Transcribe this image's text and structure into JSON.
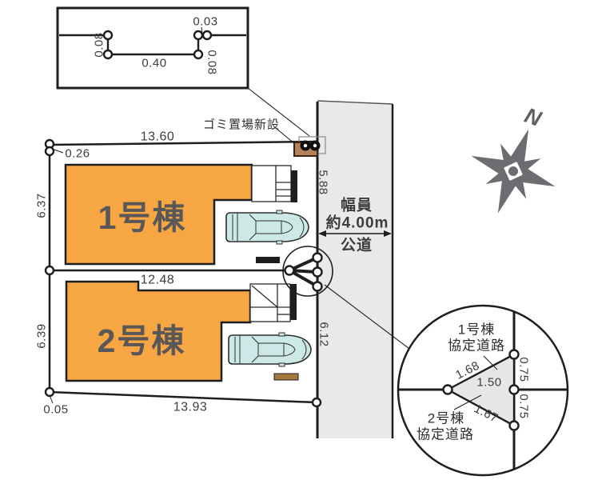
{
  "colors": {
    "building_fill": "#F7A644",
    "road_fill": "#E9E9E9",
    "car_fill": "#CDE9E7",
    "triangle_fill": "#E7E7E7",
    "garbage_fill": "#B5815A",
    "line": "#1E1E1E",
    "compass": "#6C6C71"
  },
  "inset_detail": {
    "dim_top": "0.03",
    "dim_width": "0.40",
    "dim_left": "0.08",
    "dim_right": "0.08"
  },
  "site": {
    "garbage_label": "ゴミ置場新設",
    "dim_top_width": "13.60",
    "dim_top_offset": "0.26",
    "lot1": {
      "building_label": "1号棟",
      "dim_left": "6.37",
      "dim_bottom": "12.48",
      "dim_road_side": "5.88"
    },
    "lot2": {
      "building_label": "2号棟",
      "dim_left": "6.39",
      "dim_bottom": "13.93",
      "dim_bottom_offset": "0.05",
      "dim_road_side": "6.12"
    }
  },
  "road": {
    "label_line1": "幅員",
    "label_line2": "約4.00m",
    "label_line3": "公道"
  },
  "compass": {
    "north_label": "N"
  },
  "detail_circle": {
    "lot1_road_label_line1": "1号棟",
    "lot1_road_label_line2": "協定道路",
    "lot2_road_label_line1": "2号棟",
    "lot2_road_label_line2": "協定道路",
    "dim_upper_edge": "1.68",
    "dim_center": "1.50",
    "dim_lower_edge": "1.67",
    "dim_right_upper": "0.75",
    "dim_right_lower": "0.75"
  }
}
